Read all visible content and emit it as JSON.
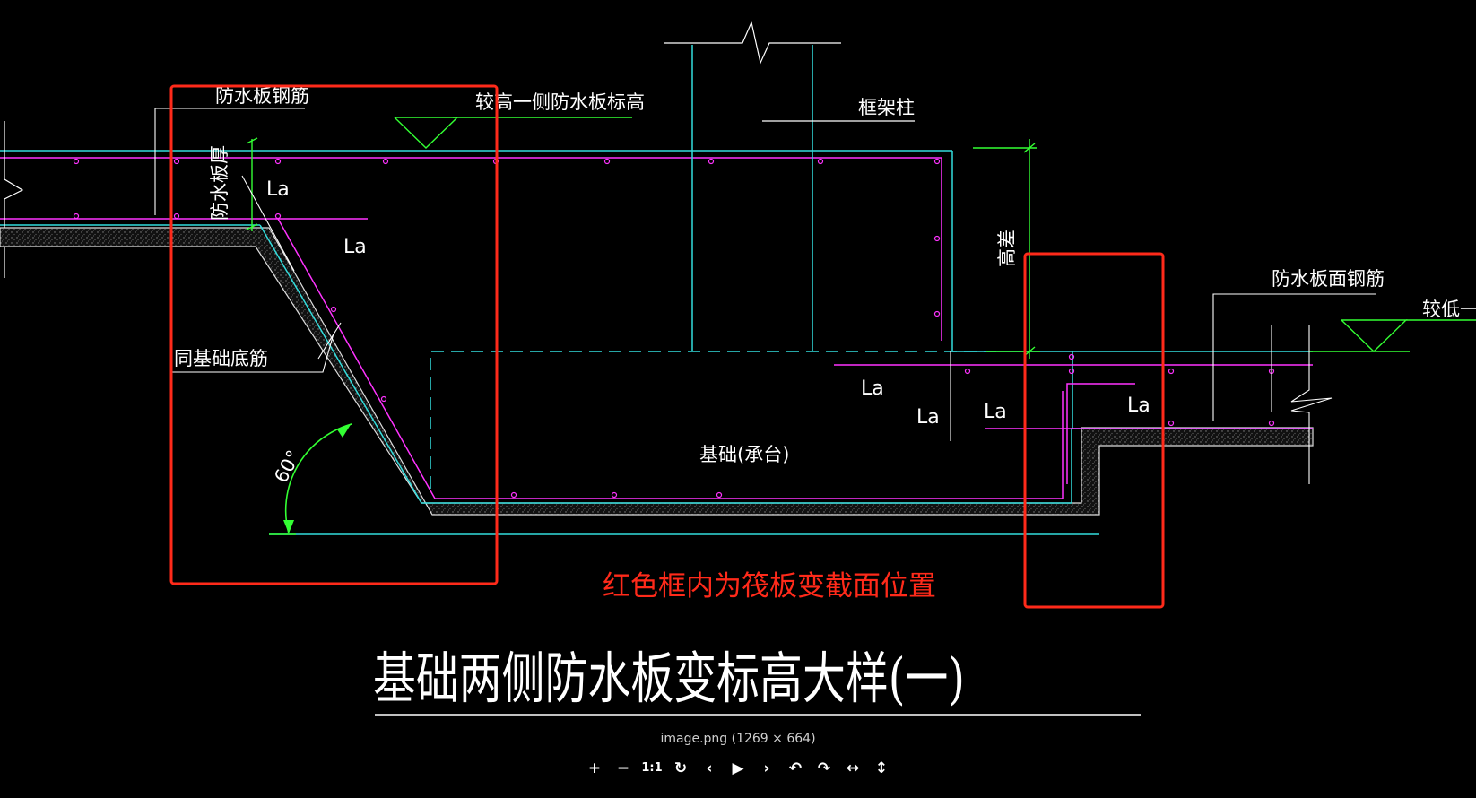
{
  "colors": {
    "background": "#000000",
    "rebar": "#ff33ff",
    "outline": "#33dddd",
    "dimension": "#33ff33",
    "text": "#ffffff",
    "highlight_box": "#ff2a1a"
  },
  "labels": {
    "waterproof_rebar_left": "防水板钢筋",
    "higher_side_elevation": "较高一侧防水板标高",
    "frame_column": "框架柱",
    "waterproof_thickness": "防水板厚",
    "same_as_base_rebar": "同基础底筋",
    "foundation_cap": "基础(承台)",
    "height_diff": "高差",
    "waterproof_top_rebar": "防水板面钢筋",
    "lower_side_elevation": "较低一侧",
    "angle": "60°",
    "la": "La"
  },
  "annotation": "红色框内为筏板变截面位置",
  "title": "基础两侧防水板变标高大样(一)",
  "viewer": {
    "file_info": "image.png (1269 × 664)",
    "controls": [
      {
        "name": "zoom-in-button",
        "glyph": "+"
      },
      {
        "name": "zoom-out-button",
        "glyph": "−"
      },
      {
        "name": "actual-size-button",
        "glyph": "1:1"
      },
      {
        "name": "reset-button",
        "glyph": "↻"
      },
      {
        "name": "prev-button",
        "glyph": "‹"
      },
      {
        "name": "play-button",
        "glyph": "▶"
      },
      {
        "name": "next-button",
        "glyph": "›"
      },
      {
        "name": "rotate-left-button",
        "glyph": "↶"
      },
      {
        "name": "rotate-right-button",
        "glyph": "↷"
      },
      {
        "name": "flip-horizontal-button",
        "glyph": "↔"
      },
      {
        "name": "flip-vertical-button",
        "glyph": "↕"
      }
    ]
  }
}
